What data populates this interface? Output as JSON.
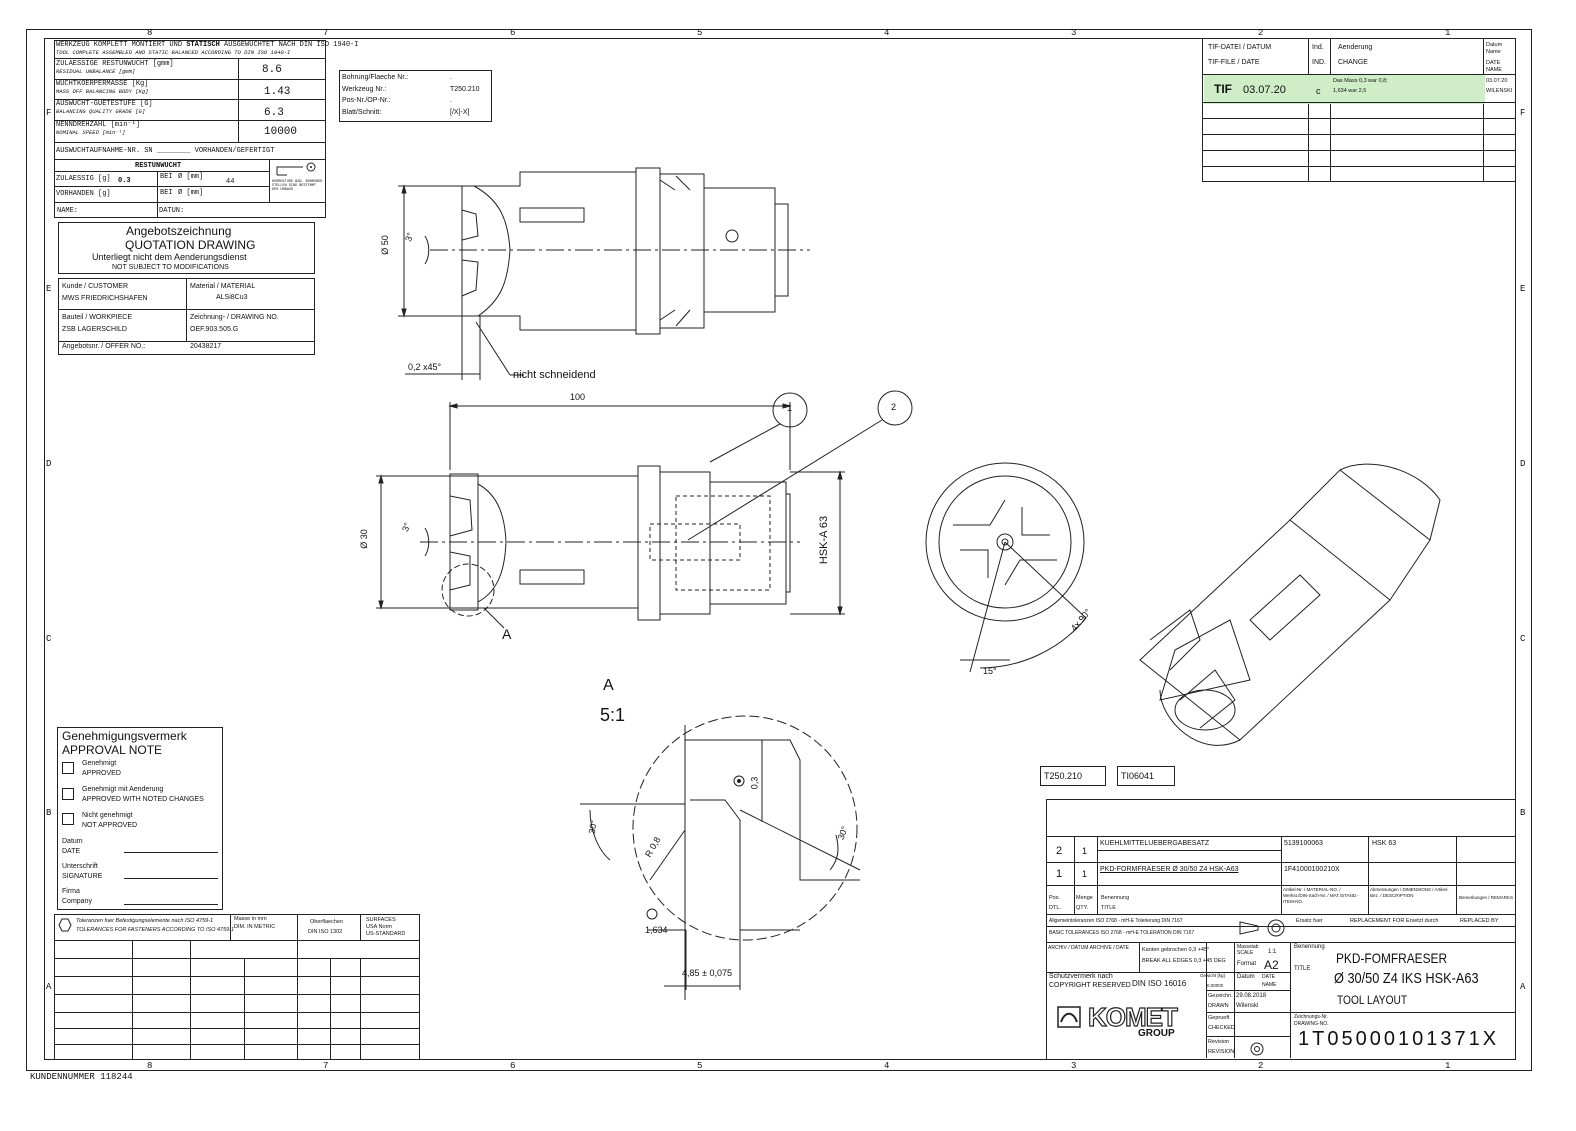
{
  "frame": {
    "zone_cols": [
      "8",
      "7",
      "6",
      "5",
      "4",
      "3",
      "2",
      "1"
    ],
    "zone_rows": [
      "F",
      "E",
      "D",
      "C",
      "B",
      "A"
    ],
    "customer_number": "KUNDENNUMMER 118244"
  },
  "balancing": {
    "header_de_prefix": "WERKZEUG KOMPLETT MONTIERT UND ",
    "header_de_bold": "STATISCH",
    "header_de_suffix": " AUSGEWUCHTET NACH DIN ISO 1940-I",
    "header_en": "TOOL COMPLETE ASSEMBLED AND STATIC BALANCED ACCORDING TO DIN ISO 1940-I",
    "rows": [
      {
        "de": "ZULAESSIGE RESTUNWUCHT [gmm]",
        "en": "RESIDUAL UNBALANCE           [gmm]",
        "value": "8.6"
      },
      {
        "de": "WUCHTKOERPERMASSE  [Kg]",
        "en": "MASS OFF BALANCING BODY  [Kg]",
        "value": "1.43"
      },
      {
        "de": "AUSWUCHT-GUETESTUFE [G]",
        "en": "BALANCING QUALITY GRADE [G]",
        "value": "6.3"
      },
      {
        "de": "NENNDREHZAHL [min⁻¹]",
        "en": "NOMINAL SPEED      [min⁻¹]",
        "value": "10000"
      }
    ],
    "adapter_line": "AUSWUCHTAUFNAHME-NR. SN ________ VORHANDEN/GEFERTIGT",
    "rest_title": "RESTUNWUCHT",
    "zul_label": "ZULAESSIG [g]",
    "zul_value": "0.3",
    "bei_label": "BEI",
    "diam_unit": "Ø [mm]",
    "bei_value": "44",
    "vorh_label": "VORHANDEN [g]",
    "note_small": "KORREKTURE BZW. BOHRUNGS STELLEN SIND BESTIMMT DER UMBAUS",
    "name_label": "NAME:",
    "datum_label": "DATUN:"
  },
  "quotation": {
    "line1": "Angebotszeichnung",
    "line2": "QUOTATION DRAWING",
    "line3": "Unterliegt nicht dem Aenderungsdienst",
    "line4": "NOT SUBJECT TO MODIFICATIONS"
  },
  "customer": {
    "kunde_label": "Kunde / CUSTOMER",
    "kunde_value": "MWS FRIEDRICHSHAFEN",
    "material_label": "Material / MATERIAL",
    "material_value": "ALSi8Cu3",
    "bauteil_label": "Bauteil / WORKPIECE",
    "bauteil_value": "ZSB LAGERSCHILD",
    "drawing_label": "Zeichnung- / DRAWING NO.",
    "drawing_value": "OEF.903.505.G",
    "offer_label": "Angebotsnr. / OFFER NO.:",
    "offer_value": "20438217"
  },
  "bohrung": {
    "l1_label": "Bohrung/Flaeche Nr.:",
    "l1_value": ".",
    "l2_label": "Werkzeug Nr.:",
    "l2_value": "T250.210",
    "l3_label": "Pos-Nr./OP-Nr.:",
    "l3_value": ".",
    "l4_label": "Blatt/Schnitt:",
    "l4_value": "[/X]-X]"
  },
  "revision": {
    "h1_de": "TIF-DATEI / DATUM",
    "h1_en": "TIF-FILE / DATE",
    "h2_de": "Ind.",
    "h2_en": "IND.",
    "h3_de": "Aenderung",
    "h3_en": "CHANGE",
    "h4_de": "Datum Name",
    "h4_en": "DATE NAME",
    "tif": "TIF",
    "date": "03.07.20",
    "ind": "c",
    "change1": "Das Mass 0,3 war 0,8;",
    "change2": "1,634 war 2,5",
    "date_name1": "03.07.20",
    "date_name2": "WILENSKI",
    "highlight_color": "#cfeec8"
  },
  "drawing": {
    "d50": "Ø 50",
    "d30": "Ø 30",
    "deg3": "3°",
    "chamfer": "0,2 x45°",
    "nicht": "nicht schneidend",
    "len100": "100",
    "hsk": "HSK-A 63",
    "balloon1": "1",
    "balloon2": "2",
    "detail_a": "A",
    "detail_a2": "A",
    "scale": "5:1",
    "angle90": "4x 90°",
    "angle15": "15°",
    "r08": "R 0,8",
    "dim03": "0,3",
    "dim1634": "1,634",
    "dim485": "4,85 ± 0,075",
    "ang30a": "30°",
    "ang30b": "30°"
  },
  "approval": {
    "title_de": "Genehmigungsvermerk",
    "title_en": "APPROVAL NOTE",
    "opt1_de": "Genehmigt",
    "opt1_en": "APPROVED",
    "opt2_de": "Genehmigt mit Aenderung",
    "opt2_en": "APPROVED WITH NOTED CHANGES",
    "opt3_de": "Nicht genehmigt",
    "opt3_en": "NOT APPROVED",
    "datum_de": "Datum",
    "datum_en": "DATE",
    "sign_de": "Unterschrift",
    "sign_en": "SIGNATURE",
    "firm_de": "Firma",
    "firm_en": "Company"
  },
  "tolerance": {
    "title_de": "Toleranzen fuer Befestigungselemente nach ISO 4759-1",
    "title_en": "TOLERANCES FOR FASTENERS ACCORDING TO ISO 4759-1",
    "masse_de": "Masse in mm",
    "masse_en": "DIM. IN METRIC",
    "surf_de": "Oberflaechen",
    "surf_norm": "DIN ISO 1302",
    "surf_en": "SURFACES",
    "surf_en2": "USA Norm",
    "surf_en3": "US-STANDARD"
  },
  "parts": {
    "tags": [
      "T250.210",
      "TI06041"
    ],
    "rows": [
      {
        "pos": "2",
        "qty": "1",
        "name": "KUEHLMITTELUEBERGABESATZ",
        "art": "5139100063",
        "dim": "HSK 63"
      },
      {
        "pos": "1",
        "qty": "1",
        "name": "PKD-FORMFRAESER  Ø 30/50 Z4 HSK-A63",
        "art": "1F41000100210X",
        "dim": ""
      }
    ],
    "h_pos_de": "Pos.",
    "h_pos_en": "DTL.",
    "h_qty_de": "Menge",
    "h_qty_en": "QTY.",
    "h_name_de": "Benennung",
    "h_name_en": "TITLE",
    "h_art": "Artikel-Nr. / MATERIAL-NO. / Werkst./DIN-Sach-Nr. / MAT./STAND.-ITEM-NO.",
    "h_dim": "Abmessungen / DIMENSIONS / Artikel-Bez. / DESCRIPTION",
    "h_rem": "Bemerkungen / REMARKS",
    "h_ersatz": "Ersatz fuer",
    "h_replace": "REPLACEMENT FOR",
    "h_ersetzt": "Ersetzt durch",
    "h_replaced": "REPLACED BY"
  },
  "titleblock": {
    "general_tol": "Allgemeintoleranzen ISO 2768 - mH-E   Tolerierung DIN 7167",
    "general_tol_en": "BASIC TOLERANCES ISO 2768 - mH-E    TOLERATION DIN 7167",
    "archiv": "ARCHIV / DATUM   ARCHIVE / DATE",
    "kanten": "Kanten gebrochen 0,3  +45°",
    "break": "BREAK ALL EDGES 0,3  +45 DEG",
    "massstab": "Massstab",
    "scale_en": "SCALE",
    "scale_val": "1:1",
    "format_label": "Format",
    "format_value": "A2",
    "schutz": "Schutzvermerk nach",
    "copyright": "COPYRIGHT RESERVED",
    "din": "DIN ISO 16016",
    "gewicht": "Gewicht [kg]",
    "gew_val": "0,00000",
    "datum": "Datum",
    "date_en": "DATE",
    "name": "Name",
    "name_en": "NAME",
    "drawn_de": "Gezeichn.",
    "drawn_en": "DRAWN",
    "drawn_date": "29.08.2018",
    "drawn_name": "Wilenski",
    "checked_de": "Geprueft",
    "checked_en": "CHECKED",
    "rev_de": "Revision",
    "rev_en": "REVISION",
    "benennung": "Benennung",
    "title_label": "TITLE",
    "title1": "PKD-FOMFRAESER",
    "title2": "Ø 30/50 Z4 IKS HSK-A63",
    "title3": "TOOL LAYOUT",
    "zeich_nr": "Zeichnungs-Nr.",
    "drawing_no_label": "DRAWING-NO.",
    "drawing_no": "1T05000101371X",
    "company": "KOMET",
    "group": "GROUP"
  }
}
